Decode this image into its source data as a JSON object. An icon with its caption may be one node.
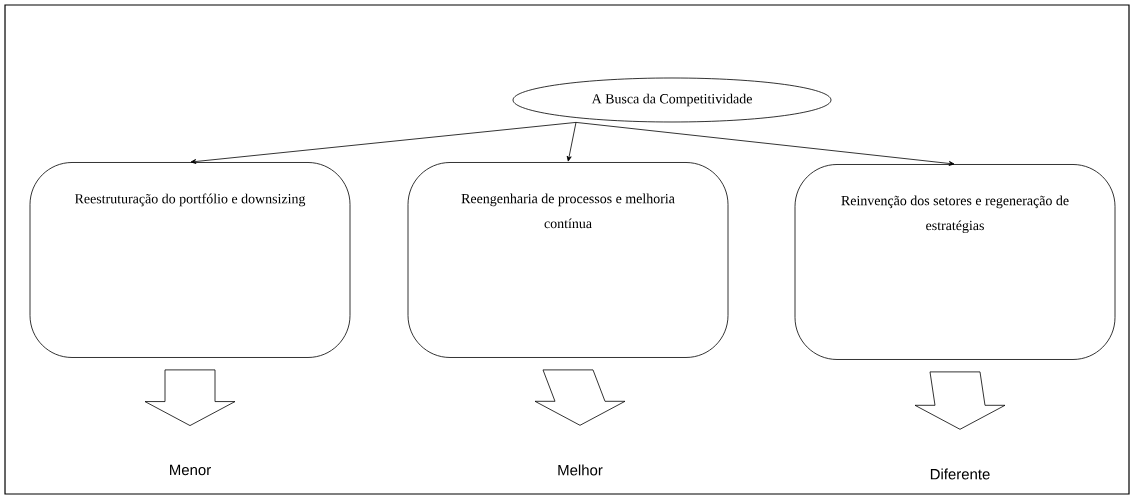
{
  "diagram": {
    "nodes": [
      {
        "text": [
          "A Busca da Competitividade"
        ]
      },
      {
        "text": [
          "Reestruturação do portfólio  e downsizing"
        ]
      },
      {
        "text": [
          "Reengenharia de processos e melhoria contínua"
        ]
      },
      {
        "text": [
          "Reinvenção dos setores e regeneração de estratégias"
        ]
      },
      {
        "text": [
          "Menor"
        ]
      },
      {
        "text": [
          "Melhor"
        ]
      },
      {
        "text": [
          "Diferente"
        ]
      }
    ],
    "edges": [
      {
        "from": 0,
        "to": 1,
        "arrow": "to"
      },
      {
        "from": 0,
        "to": 2,
        "arrow": "to"
      },
      {
        "from": 0,
        "to": 3,
        "arrow": "to"
      },
      {
        "from": 1,
        "to": 4,
        "arrow": "to"
      },
      {
        "from": 2,
        "to": 5,
        "arrow": "to"
      },
      {
        "from": 3,
        "to": 6,
        "arrow": "to"
      }
    ]
  }
}
